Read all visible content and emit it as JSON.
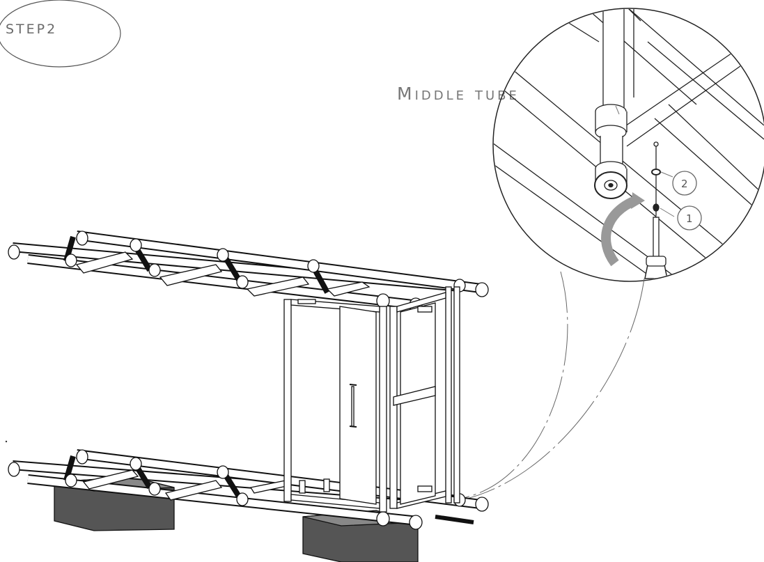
{
  "step": {
    "label": "STEP2"
  },
  "detail": {
    "label": "Middle tube",
    "callouts": [
      {
        "number": "2"
      },
      {
        "number": "1"
      }
    ]
  }
}
